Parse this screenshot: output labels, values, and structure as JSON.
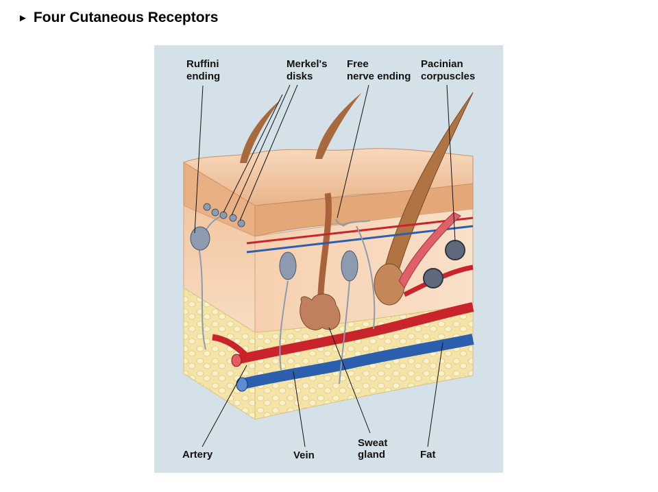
{
  "title": "Four Cutaneous Receptors",
  "labels": {
    "ruffini": [
      "Ruffini",
      "ending"
    ],
    "merkel": [
      "Merkel's",
      "disks"
    ],
    "free": [
      "Free",
      "nerve ending"
    ],
    "pacinian": [
      "Pacinian",
      "corpuscles"
    ],
    "artery": "Artery",
    "vein": "Vein",
    "sweat": [
      "Sweat",
      "gland"
    ],
    "fat": "Fat"
  },
  "colors": {
    "panel": "#d5e1e8",
    "skin_top": "#f3c9a4",
    "dermis": "#f6d2b2",
    "fat": "#f5e4a8",
    "artery": "#c9242b",
    "vein": "#2b5fae",
    "nerve": "#8c9bb0",
    "hair": "#a86a3c"
  }
}
